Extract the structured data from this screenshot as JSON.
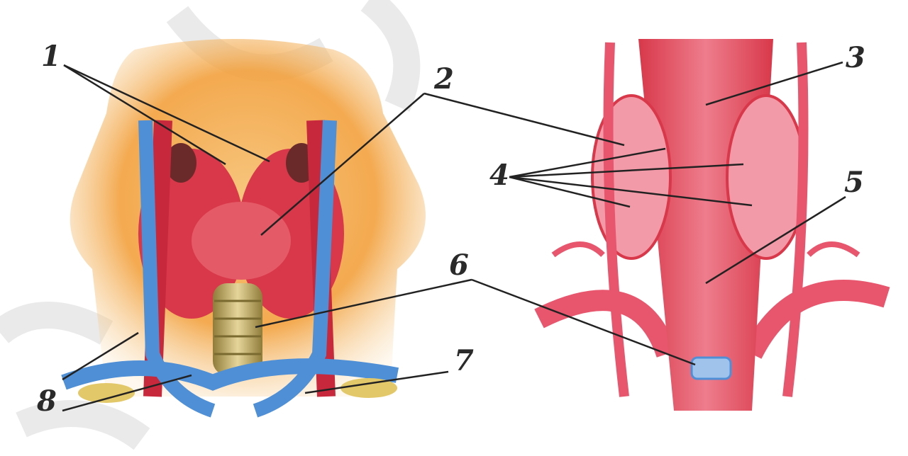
{
  "labels": {
    "l1": "1",
    "l2": "2",
    "l3": "3",
    "l4": "4",
    "l5": "5",
    "l6": "6",
    "l7": "7",
    "l8": "8"
  },
  "colors": {
    "background": "#ffffff",
    "tissue_orange": "#f2a03c",
    "gland_red": "#d8384a",
    "vein_blue": "#4f8fd6",
    "trachea_gold": "#c9b46a",
    "right_pink": "#e8566e",
    "leader_line": "#222222"
  }
}
